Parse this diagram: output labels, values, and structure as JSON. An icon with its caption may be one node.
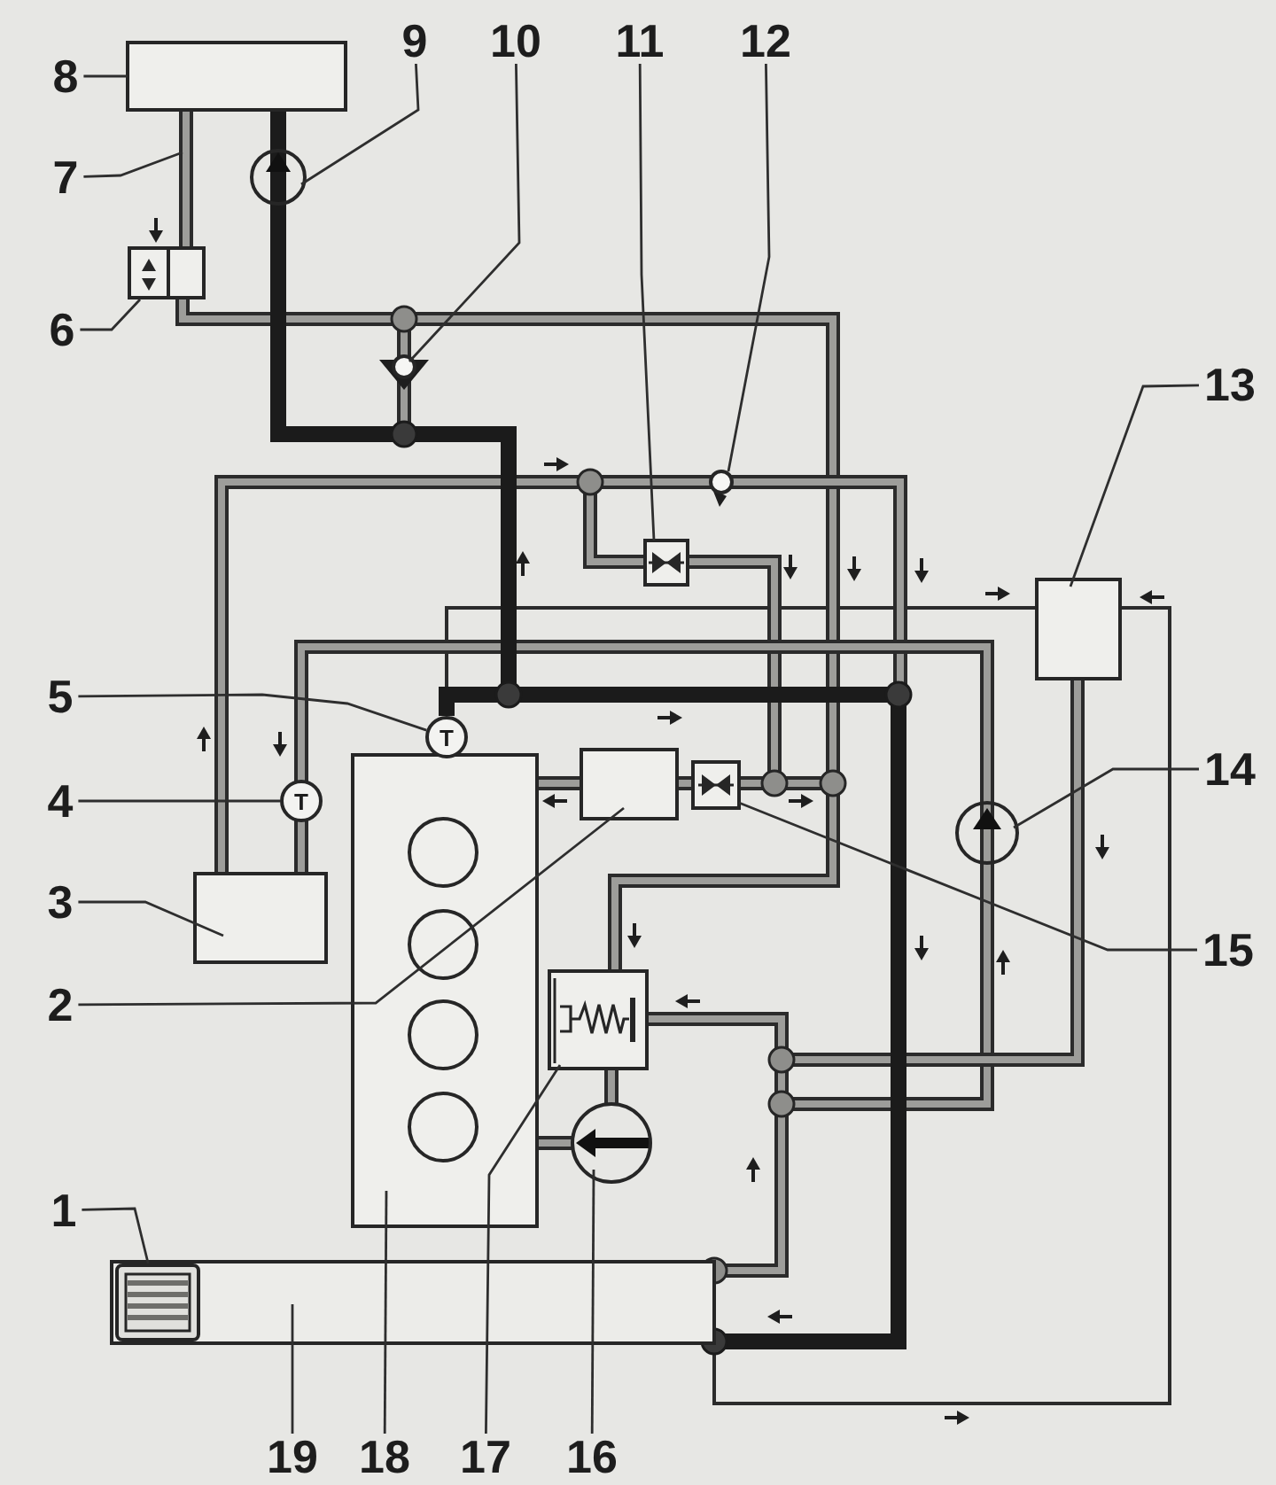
{
  "diagram": {
    "nodes": [
      {
        "text": [
          "1"
        ]
      },
      {
        "text": [
          "2"
        ]
      },
      {
        "text": [
          "3"
        ]
      },
      {
        "text": [
          "4"
        ]
      },
      {
        "text": [
          "5"
        ]
      },
      {
        "text": [
          "6"
        ]
      },
      {
        "text": [
          "7"
        ]
      },
      {
        "text": [
          "8"
        ]
      },
      {
        "text": [
          "9"
        ]
      },
      {
        "text": [
          "10"
        ]
      },
      {
        "text": [
          "11"
        ]
      },
      {
        "text": [
          "12"
        ]
      },
      {
        "text": [
          "13"
        ]
      },
      {
        "text": [
          "14"
        ]
      },
      {
        "text": [
          "15"
        ]
      },
      {
        "text": [
          "16"
        ]
      },
      {
        "text": [
          "17"
        ]
      },
      {
        "text": [
          "18"
        ]
      },
      {
        "text": [
          "19"
        ]
      },
      {
        "text": [
          "T"
        ]
      },
      {
        "text": [
          "T"
        ]
      },
      {
        "text": [],
        "shape": "box"
      }
    ],
    "edges": [
      {
        "from": 0,
        "to": 21,
        "arrow": "none"
      },
      {
        "from": 1,
        "to": null,
        "arrow": "none"
      },
      {
        "from": 2,
        "to": null,
        "arrow": "none"
      },
      {
        "from": 3,
        "to": 20,
        "arrow": "none"
      },
      {
        "from": 4,
        "to": 19,
        "arrow": "none"
      },
      {
        "from": 5,
        "to": null,
        "arrow": "none"
      },
      {
        "from": 6,
        "to": null,
        "arrow": "none"
      },
      {
        "from": 7,
        "to": null,
        "arrow": "none"
      },
      {
        "from": 8,
        "to": null,
        "arrow": "none"
      },
      {
        "from": 9,
        "to": null,
        "arrow": "none"
      },
      {
        "from": 10,
        "to": null,
        "arrow": "none"
      },
      {
        "from": 11,
        "to": null,
        "arrow": "none"
      },
      {
        "from": 12,
        "to": null,
        "arrow": "none"
      },
      {
        "from": 13,
        "to": null,
        "arrow": "none"
      },
      {
        "from": 14,
        "to": null,
        "arrow": "none"
      },
      {
        "from": 15,
        "to": null,
        "arrow": "none"
      },
      {
        "from": 16,
        "to": null,
        "arrow": "none"
      },
      {
        "from": 17,
        "to": null,
        "arrow": "none"
      },
      {
        "from": 18,
        "to": null,
        "arrow": "none"
      }
    ]
  }
}
